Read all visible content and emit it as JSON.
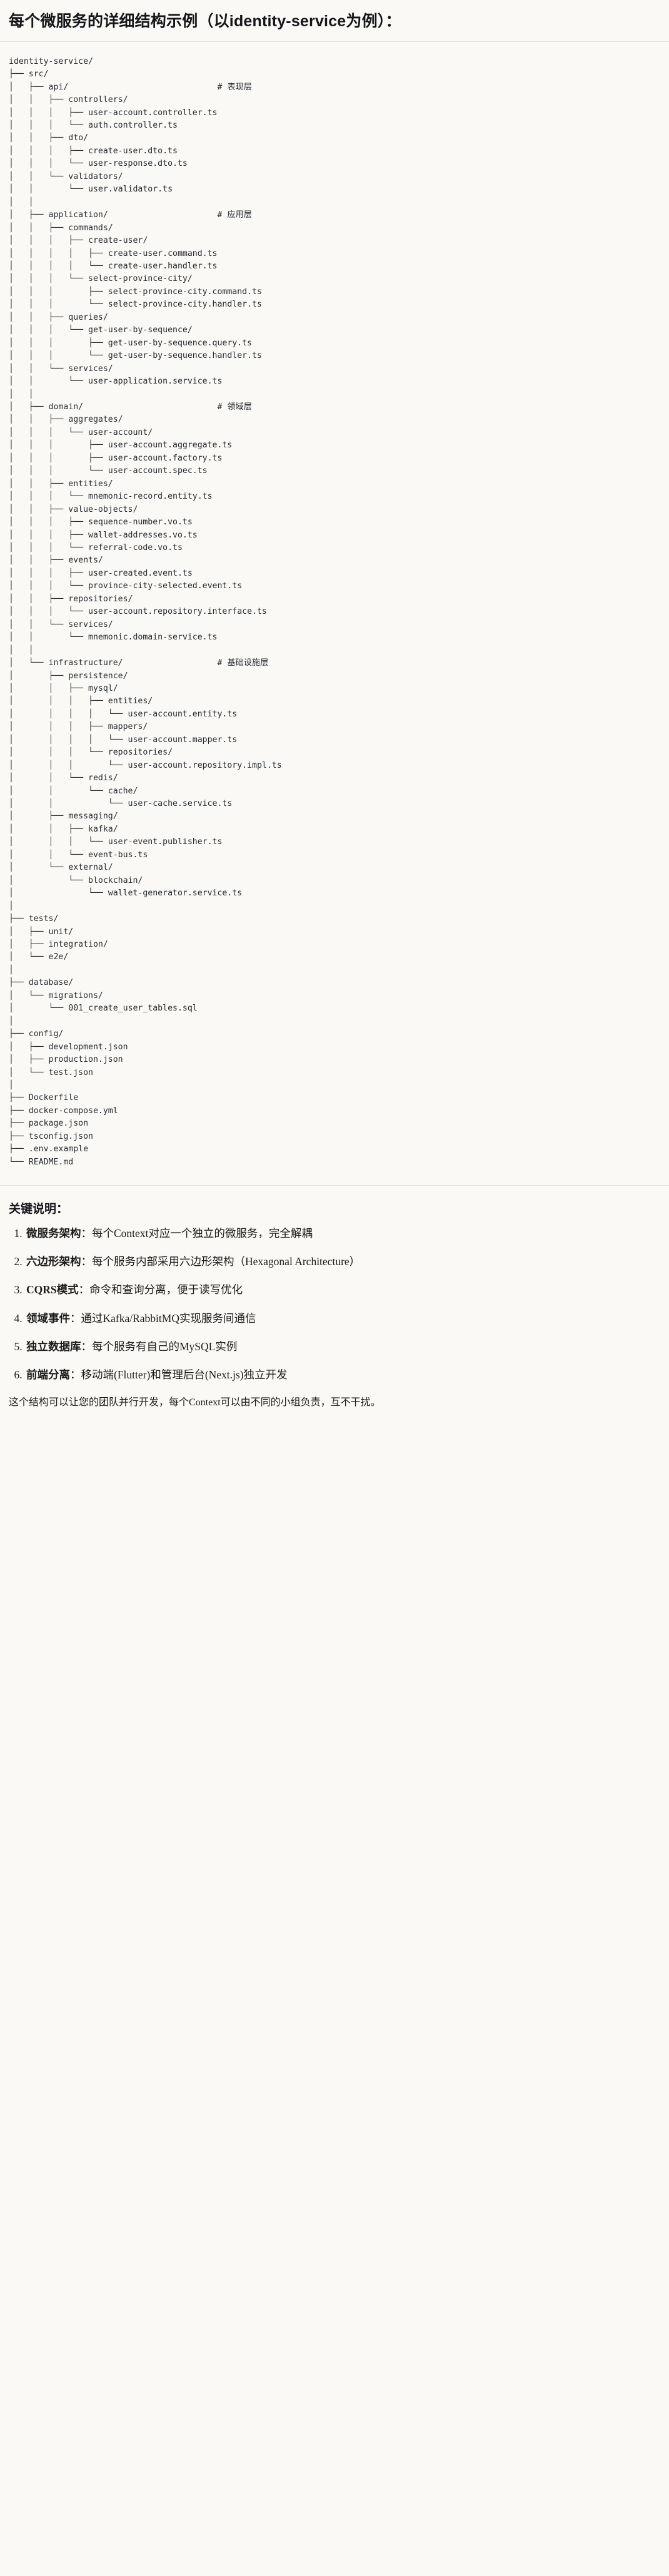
{
  "header": {
    "title": "每个微服务的详细结构示例（以identity-service为例）："
  },
  "tree": {
    "root": "identity-service/",
    "comments": {
      "api": "# 表现层",
      "application": "# 应用层",
      "domain": "# 领域层",
      "infrastructure": "# 基础设施层"
    },
    "text": "identity-service/\n├── src/\n│   ├── api/                              # 表现层\n│   │   ├── controllers/\n│   │   │   ├── user-account.controller.ts\n│   │   │   └── auth.controller.ts\n│   │   ├── dto/\n│   │   │   ├── create-user.dto.ts\n│   │   │   └── user-response.dto.ts\n│   │   └── validators/\n│   │       └── user.validator.ts\n│   │\n│   ├── application/                      # 应用层\n│   │   ├── commands/\n│   │   │   ├── create-user/\n│   │   │   │   ├── create-user.command.ts\n│   │   │   │   └── create-user.handler.ts\n│   │   │   └── select-province-city/\n│   │   │       ├── select-province-city.command.ts\n│   │   │       └── select-province-city.handler.ts\n│   │   ├── queries/\n│   │   │   └── get-user-by-sequence/\n│   │   │       ├── get-user-by-sequence.query.ts\n│   │   │       └── get-user-by-sequence.handler.ts\n│   │   └── services/\n│   │       └── user-application.service.ts\n│   │\n│   ├── domain/                           # 领域层\n│   │   ├── aggregates/\n│   │   │   └── user-account/\n│   │   │       ├── user-account.aggregate.ts\n│   │   │       ├── user-account.factory.ts\n│   │   │       └── user-account.spec.ts\n│   │   ├── entities/\n│   │   │   └── mnemonic-record.entity.ts\n│   │   ├── value-objects/\n│   │   │   ├── sequence-number.vo.ts\n│   │   │   ├── wallet-addresses.vo.ts\n│   │   │   └── referral-code.vo.ts\n│   │   ├── events/\n│   │   │   ├── user-created.event.ts\n│   │   │   └── province-city-selected.event.ts\n│   │   ├── repositories/\n│   │   │   └── user-account.repository.interface.ts\n│   │   └── services/\n│   │       └── mnemonic.domain-service.ts\n│   │\n│   └── infrastructure/                   # 基础设施层\n│       ├── persistence/\n│       │   ├── mysql/\n│       │   │   ├── entities/\n│       │   │   │   └── user-account.entity.ts\n│       │   │   ├── mappers/\n│       │   │   │   └── user-account.mapper.ts\n│       │   │   └── repositories/\n│       │   │       └── user-account.repository.impl.ts\n│       │   └── redis/\n│       │       └── cache/\n│       │           └── user-cache.service.ts\n│       ├── messaging/\n│       │   ├── kafka/\n│       │   │   └── user-event.publisher.ts\n│       │   └── event-bus.ts\n│       └── external/\n│           └── blockchain/\n│               └── wallet-generator.service.ts\n│\n├── tests/\n│   ├── unit/\n│   ├── integration/\n│   └── e2e/\n│\n├── database/\n│   └── migrations/\n│       └── 001_create_user_tables.sql\n│\n├── config/\n│   ├── development.json\n│   ├── production.json\n│   └── test.json\n│\n├── Dockerfile\n├── docker-compose.yml\n├── package.json\n├── tsconfig.json\n├── .env.example\n└── README.md"
  },
  "keypoints": {
    "title": "关键说明：",
    "items": [
      {
        "term": "微服务架构",
        "sep": "：",
        "desc": "每个Context对应一个独立的微服务，完全解耦"
      },
      {
        "term": "六边形架构",
        "sep": "：",
        "desc": "每个服务内部采用六边形架构（Hexagonal Architecture）"
      },
      {
        "term": "CQRS模式",
        "sep": "：",
        "desc": "命令和查询分离，便于读写优化"
      },
      {
        "term": "领域事件",
        "sep": "：",
        "desc": "通过Kafka/RabbitMQ实现服务间通信"
      },
      {
        "term": "独立数据库",
        "sep": "：",
        "desc": "每个服务有自己的MySQL实例"
      },
      {
        "term": "前端分离",
        "sep": "：",
        "desc": "移动端(Flutter)和管理后台(Next.js)独立开发"
      }
    ],
    "footer": "这个结构可以让您的团队并行开发，每个Context可以由不同的小组负责，互不干扰。"
  }
}
